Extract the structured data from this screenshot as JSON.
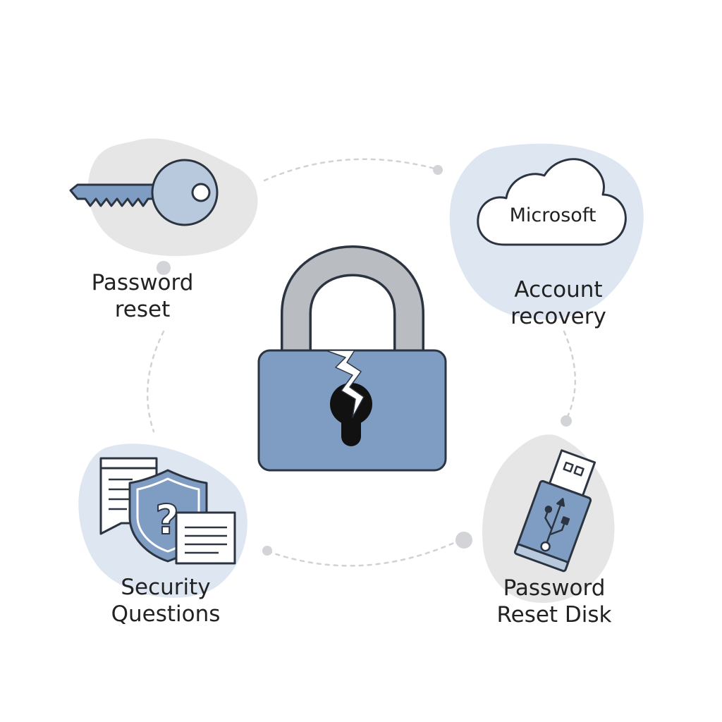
{
  "colors": {
    "accent_blue": "#7f9dc3",
    "blob_blue": "#dde6f1",
    "blob_gray": "#e6e6e6",
    "outline": "#2b3440",
    "shackle_gray": "#b9bcc0",
    "connector_gray": "#cfd2d6"
  },
  "nodes": {
    "password_reset": {
      "icon": "key-icon",
      "label_line1": "Password",
      "label_line2": "reset"
    },
    "account_recovery": {
      "icon": "cloud-icon",
      "cloud_text": "Microsoft",
      "label_line1": "Account",
      "label_line2": "recovery"
    },
    "security_questions": {
      "icon": "shield-question-icon",
      "question_mark": "?",
      "label_line1": "Security",
      "label_line2": "Questions"
    },
    "password_reset_disk": {
      "icon": "usb-drive-icon",
      "label_line1": "Password",
      "label_line2": "Reset Disk"
    }
  },
  "center": {
    "icon": "broken-padlock-icon"
  }
}
